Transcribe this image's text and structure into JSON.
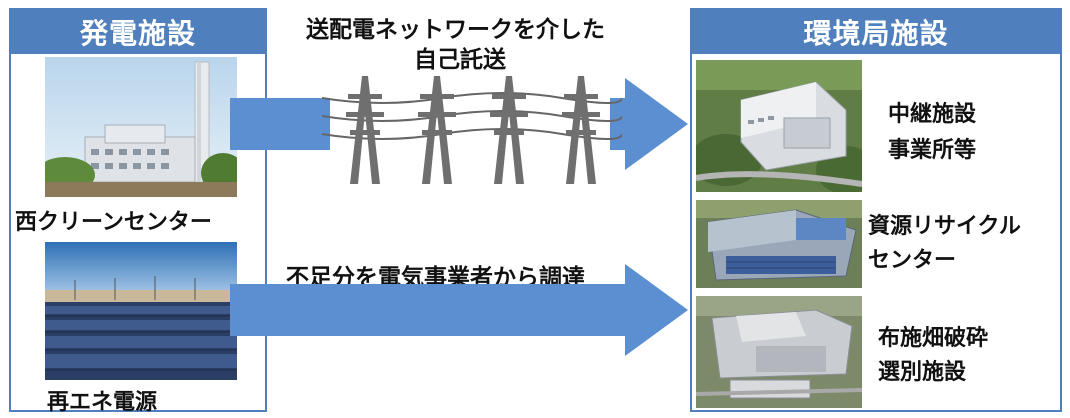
{
  "left_panel": {
    "header": "発電施設",
    "items": [
      {
        "label": "西クリーンセンター"
      },
      {
        "label": "再エネ電源"
      }
    ]
  },
  "right_panel": {
    "header": "環境局施設",
    "items": [
      {
        "label_line1": "中継施設",
        "label_line2": "事業所等"
      },
      {
        "label_line1": "資源リサイクル",
        "label_line2": "センター"
      },
      {
        "label_line1": "布施畑破砕",
        "label_line2": "選別施設"
      }
    ]
  },
  "middle": {
    "top_text_line1": "送配電ネットワークを介した",
    "top_text_line2": "自己託送",
    "bottom_text": "不足分を電気事業者から調達"
  },
  "colors": {
    "accent": "#4f80bd",
    "arrow": "#5b8fd2"
  }
}
